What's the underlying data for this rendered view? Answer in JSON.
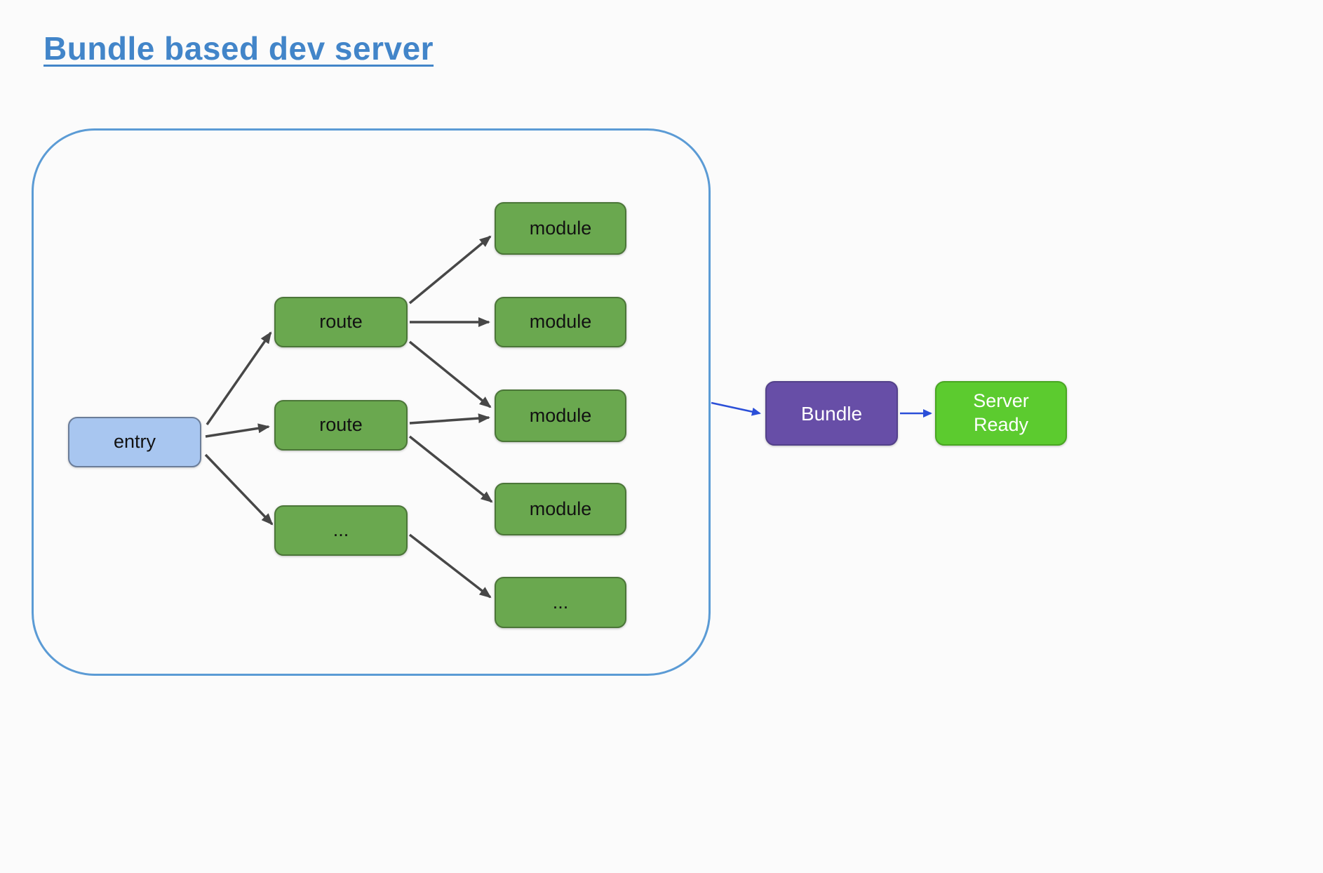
{
  "title": "Bundle based dev server",
  "nodes": {
    "entry": {
      "label": "entry"
    },
    "routes": [
      {
        "label": "route"
      },
      {
        "label": "route"
      },
      {
        "label": "..."
      }
    ],
    "modules": [
      {
        "label": "module"
      },
      {
        "label": "module"
      },
      {
        "label": "module"
      },
      {
        "label": "module"
      },
      {
        "label": "..."
      }
    ],
    "bundle": {
      "label": "Bundle"
    },
    "server_ready": {
      "label": "Server Ready"
    }
  },
  "colors": {
    "title_blue": "#4285c9",
    "container_border_blue": "#5b9bd5",
    "entry_fill": "#a8c6f0",
    "node_green": "#6aa84f",
    "bundle_purple": "#674ea7",
    "server_ready_green": "#5ccb2f",
    "arrow_dark": "#474747",
    "arrow_blue": "#2b4fd8"
  }
}
